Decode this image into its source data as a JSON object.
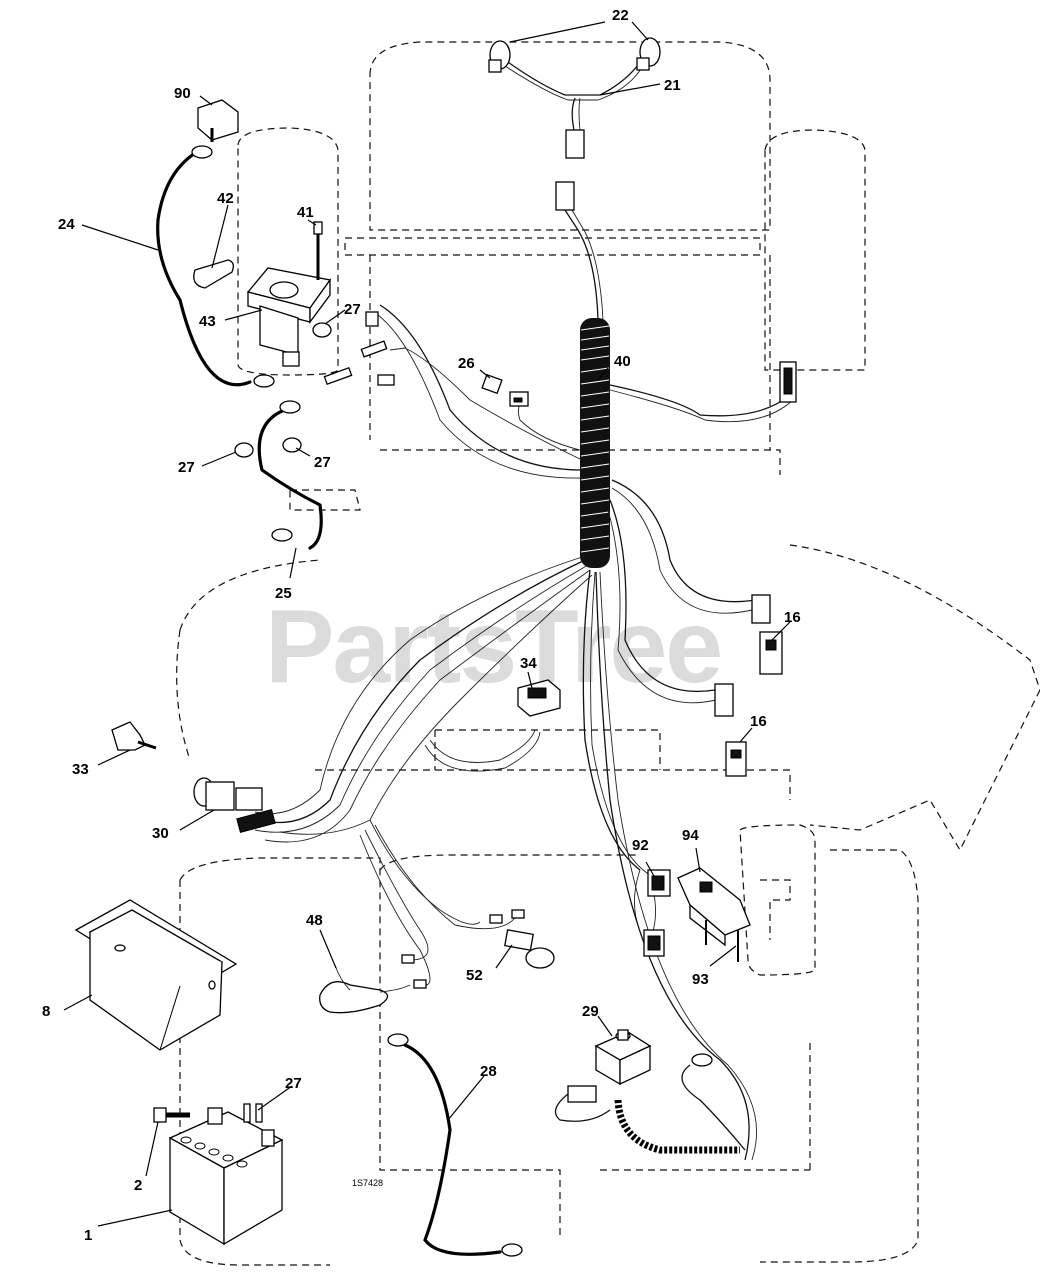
{
  "diagram": {
    "drawing_code": "1S7428",
    "watermark": "PartsTree",
    "callouts": [
      {
        "id": "c1",
        "label": "1"
      },
      {
        "id": "c2",
        "label": "2"
      },
      {
        "id": "c8",
        "label": "8"
      },
      {
        "id": "c16a",
        "label": "16"
      },
      {
        "id": "c16b",
        "label": "16"
      },
      {
        "id": "c21",
        "label": "21"
      },
      {
        "id": "c22",
        "label": "22"
      },
      {
        "id": "c24",
        "label": "24"
      },
      {
        "id": "c25",
        "label": "25"
      },
      {
        "id": "c26",
        "label": "26"
      },
      {
        "id": "c27a",
        "label": "27"
      },
      {
        "id": "c27b",
        "label": "27"
      },
      {
        "id": "c27c",
        "label": "27"
      },
      {
        "id": "c27d",
        "label": "27"
      },
      {
        "id": "c28",
        "label": "28"
      },
      {
        "id": "c29",
        "label": "29"
      },
      {
        "id": "c30",
        "label": "30"
      },
      {
        "id": "c33",
        "label": "33"
      },
      {
        "id": "c34",
        "label": "34"
      },
      {
        "id": "c40",
        "label": "40"
      },
      {
        "id": "c41",
        "label": "41"
      },
      {
        "id": "c42",
        "label": "42"
      },
      {
        "id": "c43",
        "label": "43"
      },
      {
        "id": "c48",
        "label": "48"
      },
      {
        "id": "c52",
        "label": "52"
      },
      {
        "id": "c90",
        "label": "90"
      },
      {
        "id": "c92",
        "label": "92"
      },
      {
        "id": "c93",
        "label": "93"
      },
      {
        "id": "c94",
        "label": "94"
      }
    ]
  }
}
